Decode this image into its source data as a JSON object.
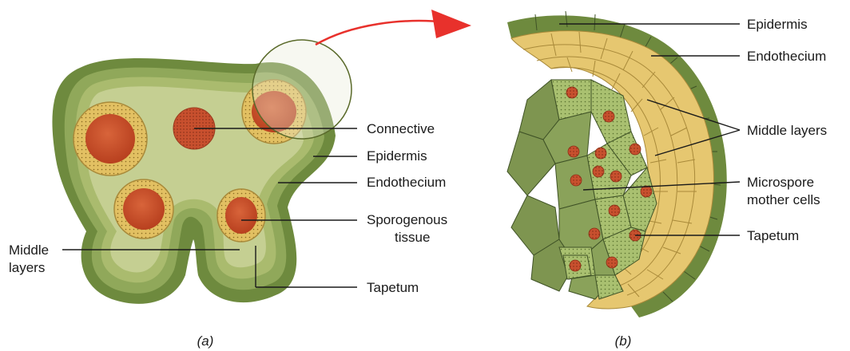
{
  "panel_a": {
    "caption": "(a)",
    "labels": {
      "connective": "Connective",
      "epidermis": "Epidermis",
      "endothecium": "Endothecium",
      "sporogenous_1": "Sporogenous",
      "sporogenous_2": "tissue",
      "tapetum": "Tapetum",
      "middle_layers_1": "Middle",
      "middle_layers_2": "layers"
    }
  },
  "panel_b": {
    "caption": "(b)",
    "labels": {
      "epidermis": "Epidermis",
      "endothecium": "Endothecium",
      "middle_layers": "Middle layers",
      "microspore_1": "Microspore",
      "microspore_2": "mother cells",
      "tapetum": "Tapetum"
    }
  },
  "colors": {
    "epidermis": "#6e8a3e",
    "endothecium": "#90a85a",
    "middle": "#b6c47e",
    "sporangium_wall": "#e2c062",
    "sporogenous": "#c8502e",
    "arrow": "#e8312c"
  }
}
